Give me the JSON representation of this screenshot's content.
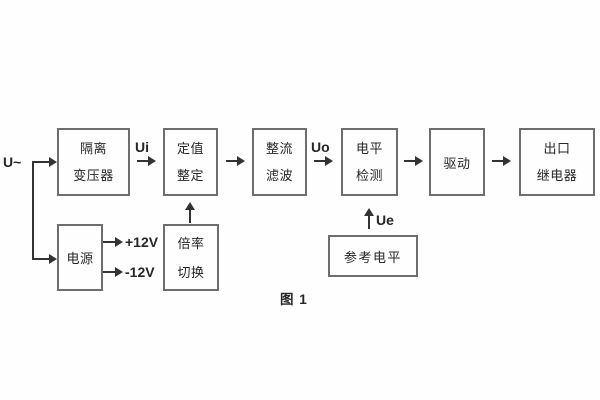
{
  "figure": {
    "caption": "图 1",
    "signals": {
      "u_input": "U~",
      "ui": "Ui",
      "uo": "Uo",
      "ue": "Ue",
      "plus_12v": "+12V",
      "minus_12v": "-12V"
    },
    "blocks": {
      "isolation_transformer": {
        "line1": "隔离",
        "line2": "变压器"
      },
      "setting_adjust": {
        "line1": "定值",
        "line2": "整定"
      },
      "rectify_filter": {
        "line1": "整流",
        "line2": "滤波"
      },
      "level_detect": {
        "line1": "电平",
        "line2": "检测"
      },
      "drive": {
        "label": "驱动"
      },
      "output_relay": {
        "line1": "出口",
        "line2": "继电器"
      },
      "power_supply": {
        "label": "电源"
      },
      "ratio_switch": {
        "line1": "倍率",
        "line2": "切换"
      },
      "reference_level": {
        "label": "参考电平"
      }
    },
    "colors": {
      "background": "#fefefe",
      "box_border": "#6e6e6e",
      "connector": "#333333",
      "text": "#262626"
    }
  }
}
